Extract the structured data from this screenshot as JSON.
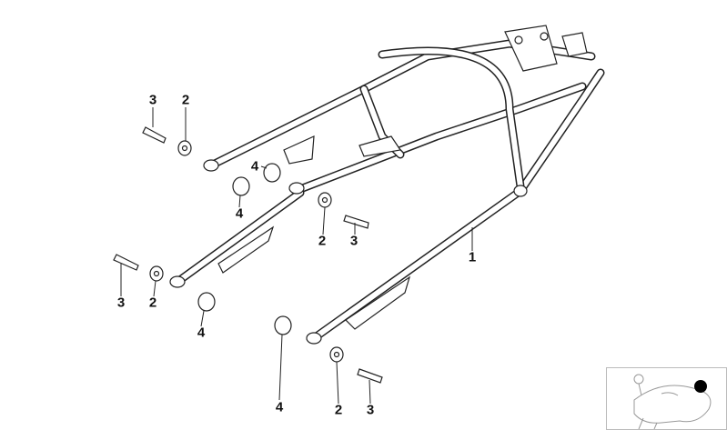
{
  "callouts": [
    {
      "id": "c1",
      "text": "3"
    },
    {
      "id": "c2",
      "text": "2"
    },
    {
      "id": "c3",
      "text": "4"
    },
    {
      "id": "c4",
      "text": "4"
    },
    {
      "id": "c5",
      "text": "2"
    },
    {
      "id": "c6",
      "text": "3"
    },
    {
      "id": "c7",
      "text": "1"
    },
    {
      "id": "c8",
      "text": "3"
    },
    {
      "id": "c9",
      "text": "2"
    },
    {
      "id": "c10",
      "text": "4"
    },
    {
      "id": "c11",
      "text": "4"
    },
    {
      "id": "c12",
      "text": "2"
    },
    {
      "id": "c13",
      "text": "3"
    }
  ],
  "thumbnail": {
    "marker_color": "#000000"
  }
}
